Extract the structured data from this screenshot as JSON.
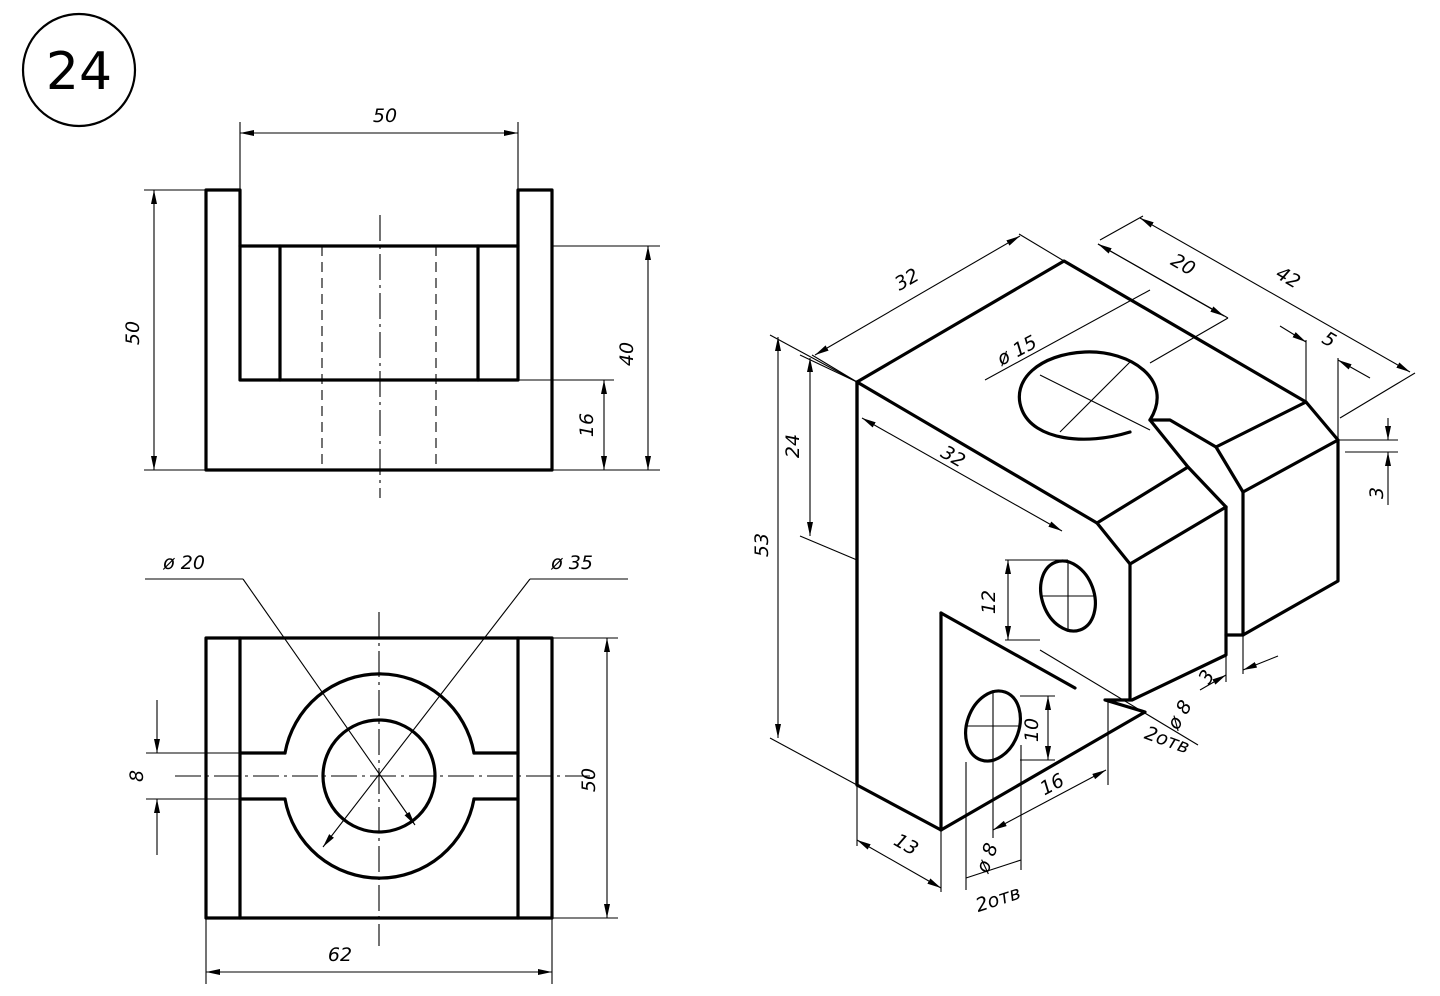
{
  "sheet": {
    "number": "24"
  },
  "front_view": {
    "width_top": "50",
    "height_total": "50",
    "height_slot": "40",
    "height_base": "16"
  },
  "top_view": {
    "dia_inner": "ø 20",
    "dia_outer": "ø 35",
    "groove_width": "8",
    "depth": "50",
    "length": "62"
  },
  "iso_view": {
    "top_depth": "32",
    "hole_offset": "20",
    "total_length": "42",
    "chamfer": "5",
    "top_hole_dia": "ø 15",
    "block_height": "24",
    "face_length": "32",
    "total_height": "53",
    "hole_spacing": "12",
    "hole_spacing_low": "10",
    "slot_offset": "16",
    "base_width": "13",
    "slot_gap": "3",
    "chamfer_height": "3",
    "side_hole_dia": "ø 8",
    "side_hole_count": "2отв",
    "base_hole_dia": "ø 8",
    "base_hole_count": "2отв"
  }
}
